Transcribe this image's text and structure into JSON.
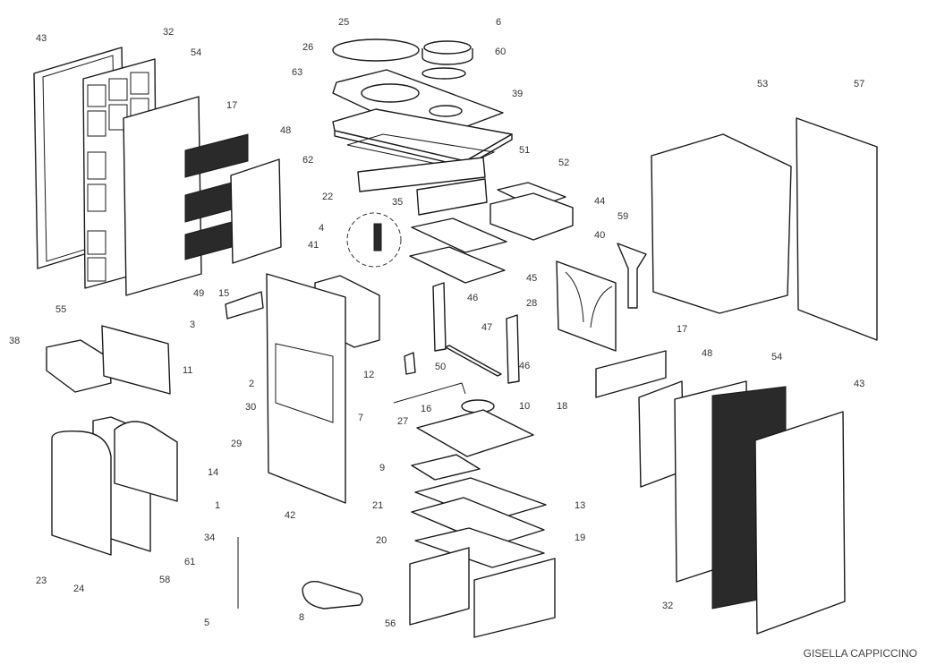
{
  "caption": "GISELLA CAPPICCINO",
  "callouts": {
    "p43a": "43",
    "p32a": "32",
    "p54a": "54",
    "p17a": "17",
    "p48a": "48",
    "p25": "25",
    "p6": "6",
    "p60": "60",
    "p26": "26",
    "p63": "63",
    "p39": "39",
    "p62": "62",
    "p51": "51",
    "p52": "52",
    "p44": "44",
    "p22": "22",
    "p35": "35",
    "p4": "4",
    "p41": "41",
    "p45": "45",
    "p28": "28",
    "p40": "40",
    "p59": "59",
    "p53": "53",
    "p57": "57",
    "p49": "49",
    "p15": "15",
    "p3": "3",
    "p11": "11",
    "p2": "2",
    "p30": "30",
    "p29": "29",
    "p55": "55",
    "p38": "38",
    "p14": "14",
    "p1": "1",
    "p34": "34",
    "p61": "61",
    "p58": "58",
    "p23": "23",
    "p24": "24",
    "p5": "5",
    "p46a": "46",
    "p46b": "46",
    "p47": "47",
    "p50": "50",
    "p12": "12",
    "p16": "16",
    "p10": "10",
    "p7": "7",
    "p27": "27",
    "p18": "18",
    "p9": "9",
    "p21": "21",
    "p42": "42",
    "p13": "13",
    "p20": "20",
    "p19": "19",
    "p8": "8",
    "p56": "56",
    "p17b": "17",
    "p48b": "48",
    "p54b": "54",
    "p43b": "43",
    "p32b": "32"
  }
}
